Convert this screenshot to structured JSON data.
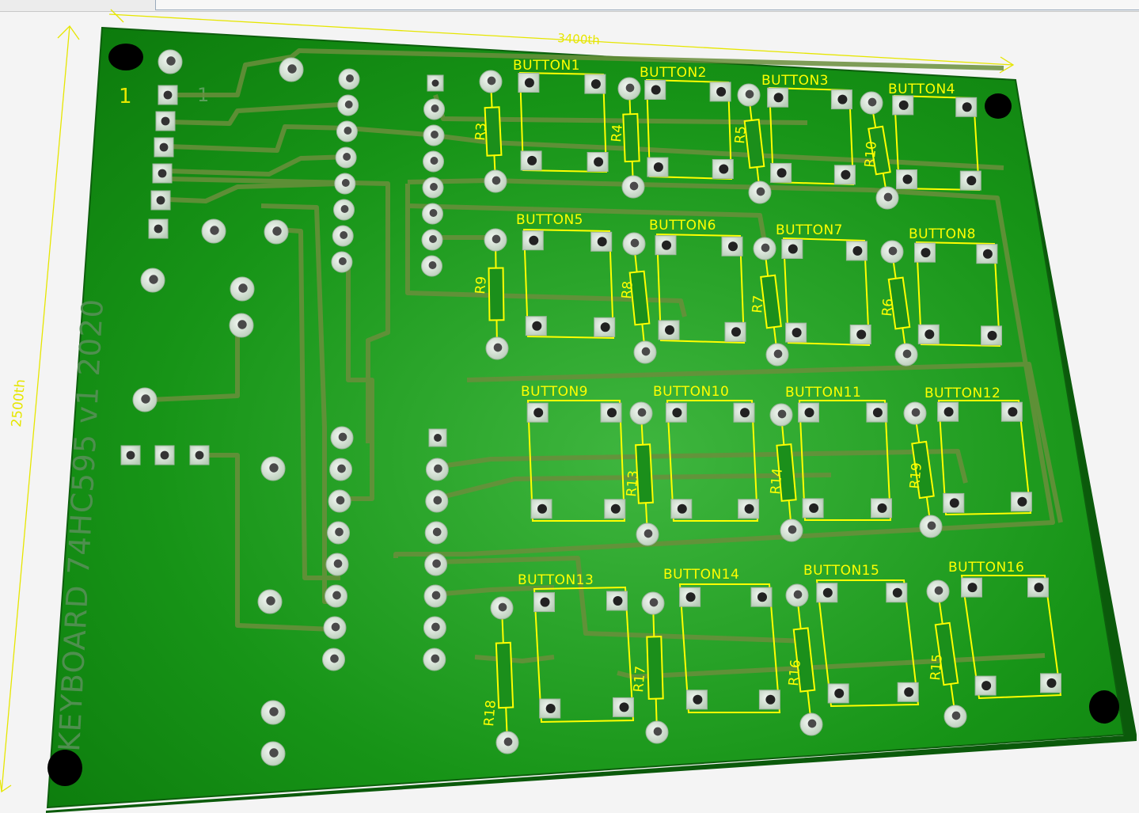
{
  "board": {
    "title_text": "KEYBOARD 74HC595 v1 2020",
    "width_dim": "3400th",
    "height_dim": "2500th",
    "pin1_left": "1",
    "pin1_right": "1"
  },
  "buttons": [
    "BUTTON1",
    "BUTTON2",
    "BUTTON3",
    "BUTTON4",
    "BUTTON5",
    "BUTTON6",
    "BUTTON7",
    "BUTTON8",
    "BUTTON9",
    "BUTTON10",
    "BUTTON11",
    "BUTTON12",
    "BUTTON13",
    "BUTTON14",
    "BUTTON15",
    "BUTTON16"
  ],
  "resistors": [
    "R3",
    "R4",
    "R5",
    "R10",
    "R9",
    "R8",
    "R7",
    "R6",
    "R13",
    "R14",
    "R19",
    "R18",
    "R17",
    "R16",
    "R15"
  ],
  "colors": {
    "board": "#1f9a1f",
    "board_edge": "#0d5e0d",
    "trace": "#5e8a3a",
    "pad": "#d8e6d8",
    "silkscreen": "#ffff00",
    "text_etch": "#4f8a4f"
  }
}
